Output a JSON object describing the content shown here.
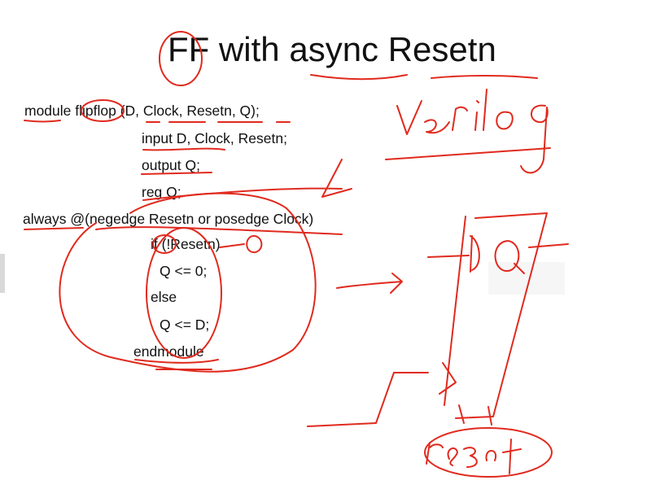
{
  "slide": {
    "title": "FF with async Resetn",
    "code_lines": [
      "module flipflop (D, Clock, Resetn, Q);",
      "input D, Clock, Resetn;",
      "output Q;",
      "reg Q;",
      "always @(negedge Resetn or posedge Clock)",
      "if (!Resetn)",
      "Q <= 0;",
      "else",
      "Q <= D;",
      "endmodule"
    ]
  },
  "annotations": {
    "ink_color": "#e02a1e",
    "handwritten_labels": [
      "Verilog",
      "D",
      "Q",
      "0",
      "reset"
    ]
  }
}
